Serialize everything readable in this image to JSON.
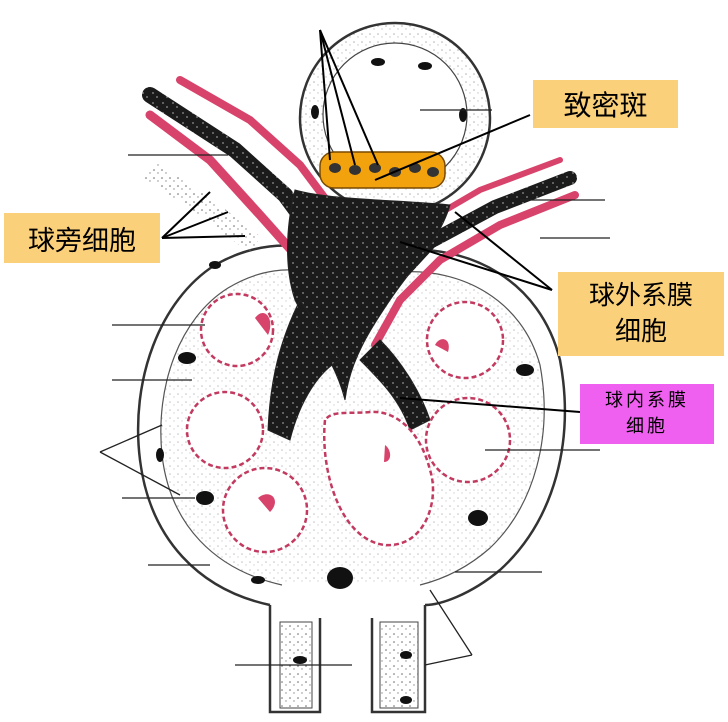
{
  "labels": {
    "macula_densa": "致密斑",
    "juxtaglomerular_cells": "球旁细胞",
    "extraglomerular_mesangial_line1": "球外系膜",
    "extraglomerular_mesangial_line2": "细胞",
    "intraglomerular_mesangial_line1": "球内系膜",
    "intraglomerular_mesangial_line2": "细胞"
  },
  "colors": {
    "label_orange": "#fbd07a",
    "label_magenta": "#f060f0",
    "arteriole_pink": "#d8436b",
    "macula_densa_orange": "#f2a20c",
    "cell_black": "#1a1a1a",
    "outline": "#333333"
  }
}
